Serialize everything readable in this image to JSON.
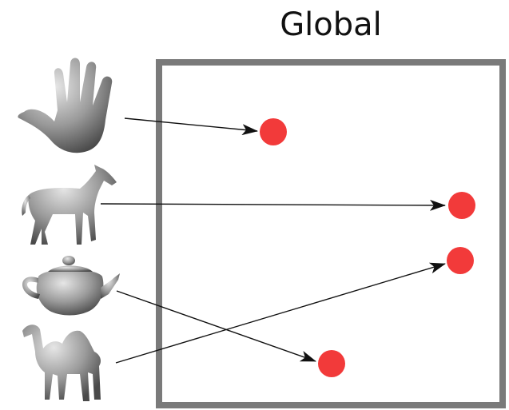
{
  "title": "Global",
  "colors": {
    "point": "#f23a3a",
    "frame": "#7a7a7a",
    "arrow": "#111111",
    "shape": "#8c8c8c"
  },
  "shapes": [
    {
      "name": "hand",
      "icon": "hand-icon"
    },
    {
      "name": "horse",
      "icon": "horse-icon"
    },
    {
      "name": "teapot",
      "icon": "teapot-icon"
    },
    {
      "name": "camel",
      "icon": "camel-icon"
    }
  ],
  "mappings": [
    {
      "from": "hand",
      "to": "point-1"
    },
    {
      "from": "horse",
      "to": "point-2"
    },
    {
      "from": "teapot",
      "to": "point-4"
    },
    {
      "from": "camel",
      "to": "point-3"
    }
  ]
}
